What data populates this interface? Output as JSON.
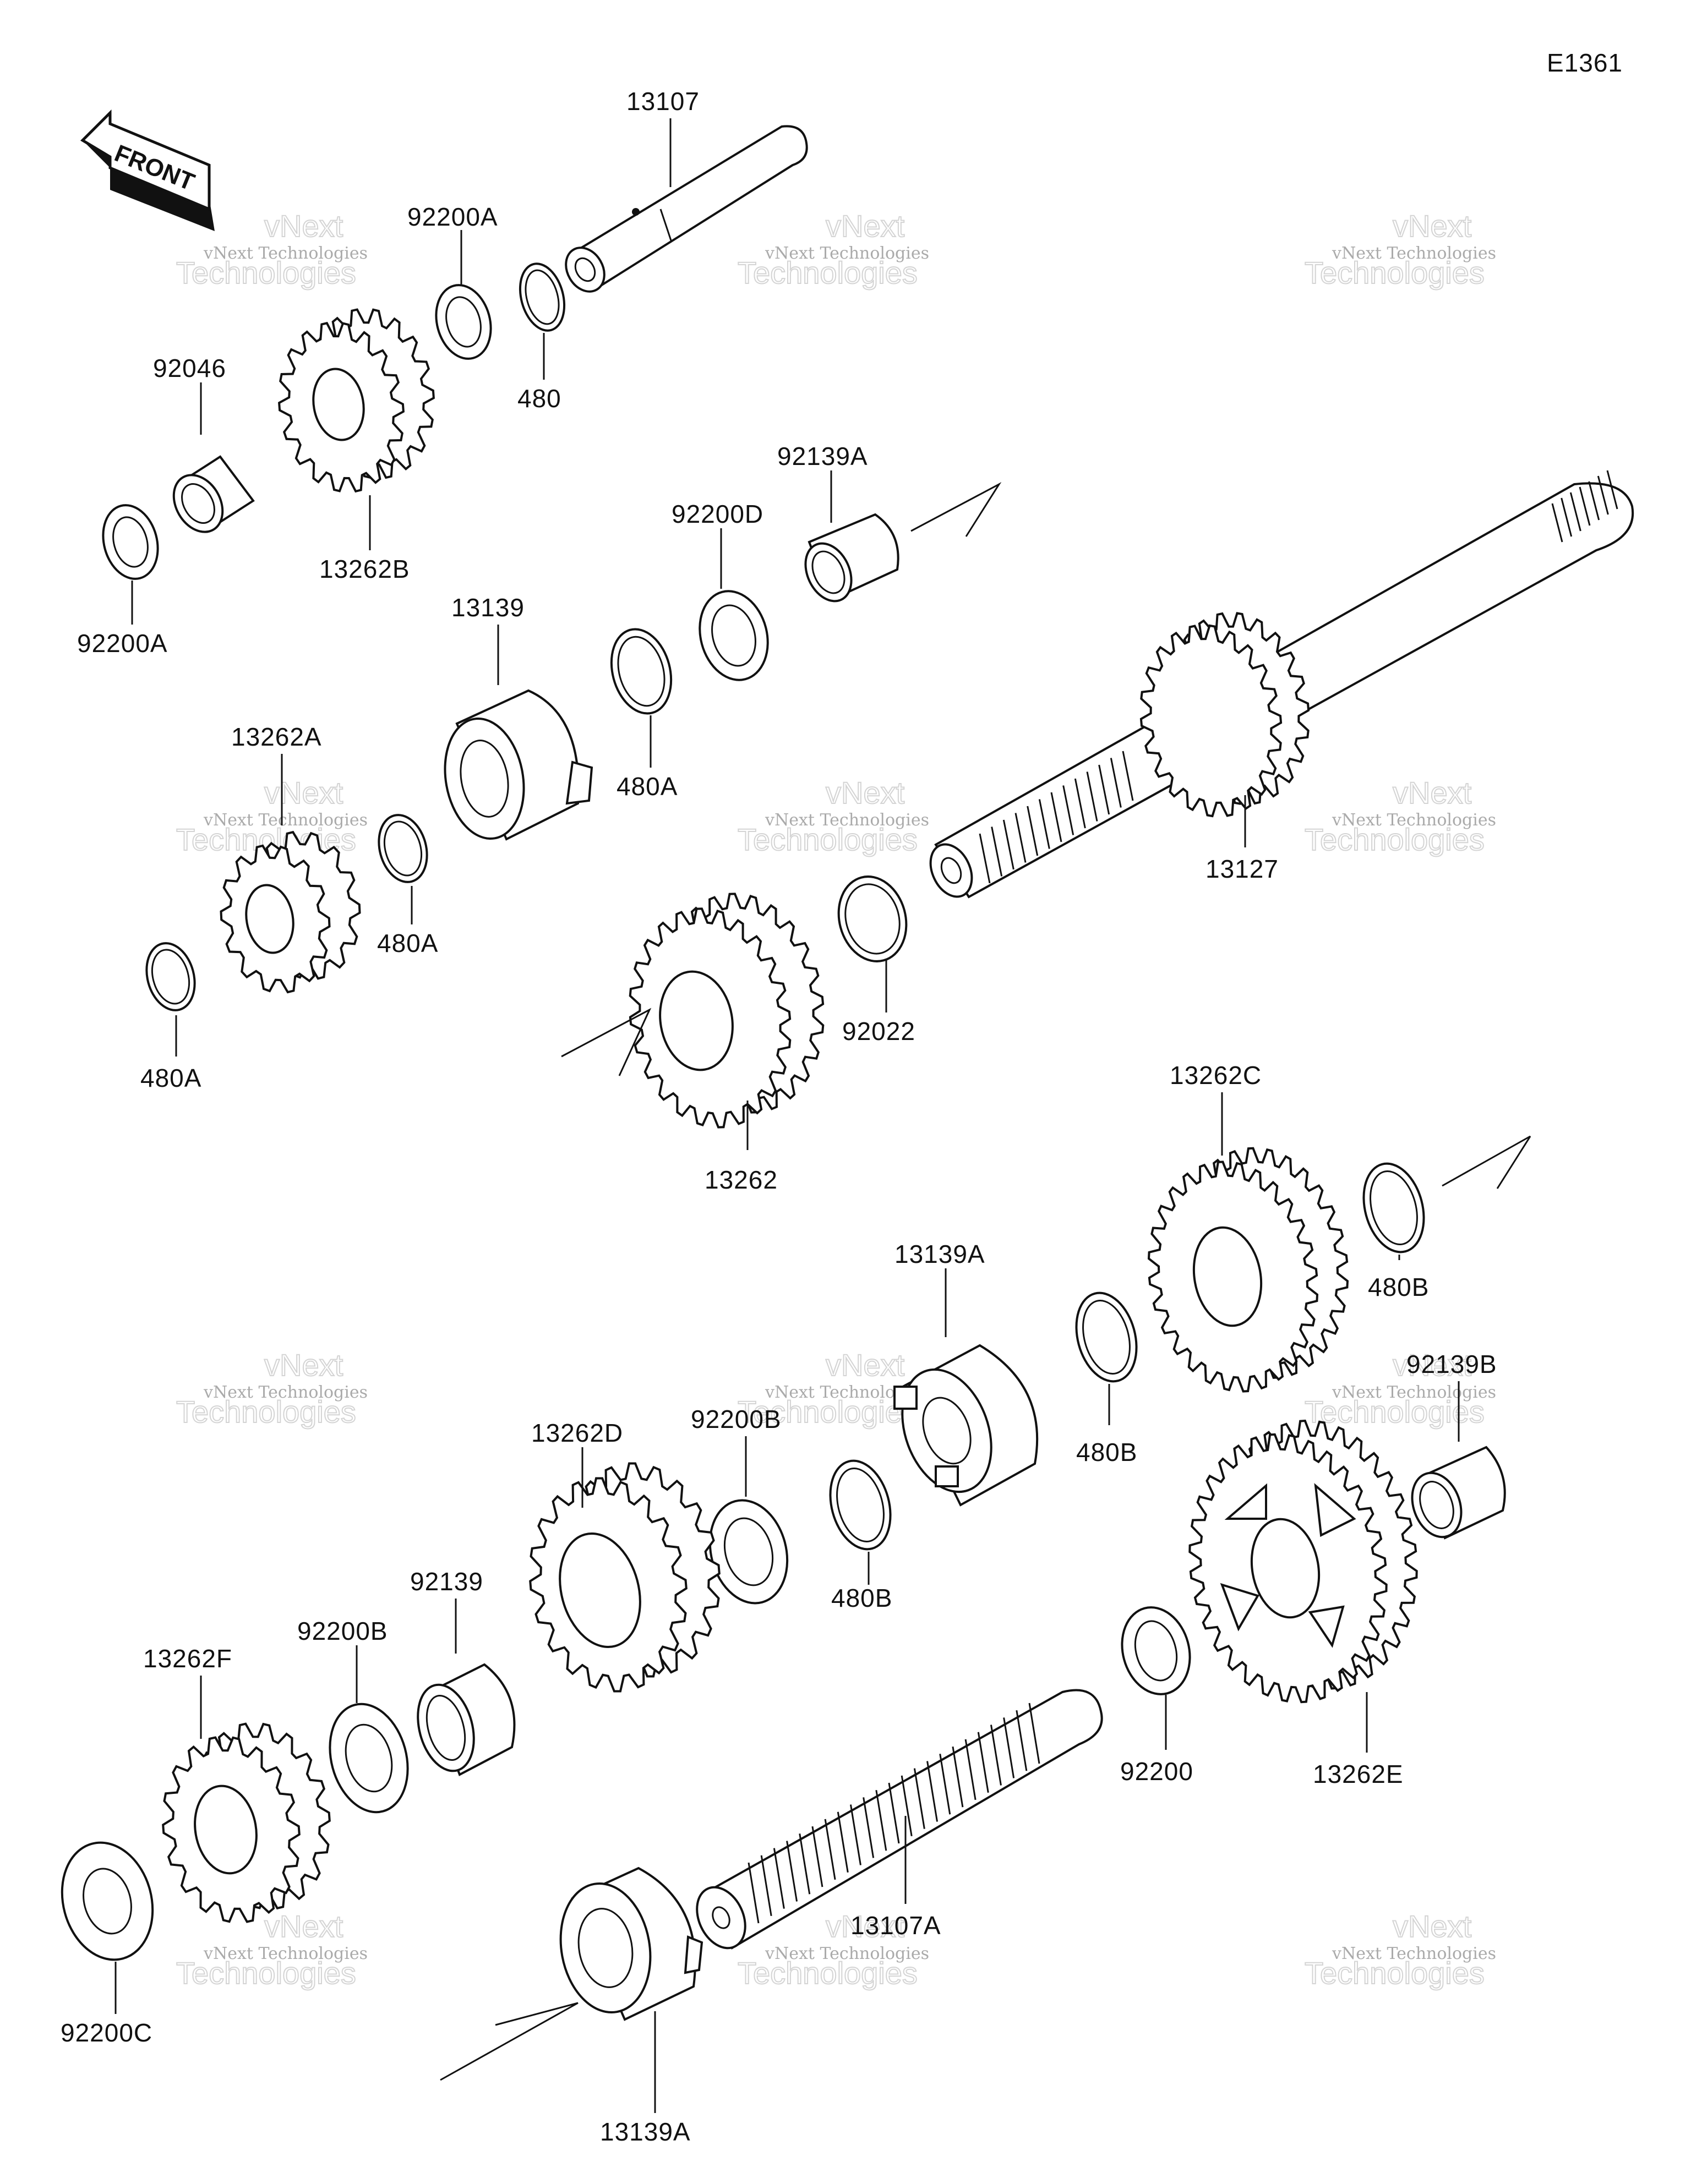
{
  "diagram_code": "E1361",
  "front_label": "FRONT",
  "watermark": {
    "line1": "vNext",
    "line2": "vNext Technologies",
    "line3": "Technologies"
  },
  "colors": {
    "line": "#111111",
    "background": "#ffffff",
    "watermark": "#c8c8c8"
  },
  "parts": [
    {
      "id": "13107",
      "label": "13107"
    },
    {
      "id": "92200A-top",
      "label": "92200A"
    },
    {
      "id": "480-top",
      "label": "480"
    },
    {
      "id": "92046",
      "label": "92046"
    },
    {
      "id": "13262B",
      "label": "13262B"
    },
    {
      "id": "92200A-left",
      "label": "92200A"
    },
    {
      "id": "92139A",
      "label": "92139A"
    },
    {
      "id": "92200D",
      "label": "92200D"
    },
    {
      "id": "13139",
      "label": "13139"
    },
    {
      "id": "480A-mid",
      "label": "480A"
    },
    {
      "id": "13262A",
      "label": "13262A"
    },
    {
      "id": "480A-left",
      "label": "480A"
    },
    {
      "id": "480A-bottom",
      "label": "480A"
    },
    {
      "id": "13127",
      "label": "13127"
    },
    {
      "id": "92022",
      "label": "92022"
    },
    {
      "id": "13262",
      "label": "13262"
    },
    {
      "id": "13262C",
      "label": "13262C"
    },
    {
      "id": "480B-right",
      "label": "480B"
    },
    {
      "id": "13139A-mid",
      "label": "13139A"
    },
    {
      "id": "480B-mid",
      "label": "480B"
    },
    {
      "id": "92139B",
      "label": "92139B"
    },
    {
      "id": "92200B-mid",
      "label": "92200B"
    },
    {
      "id": "480B-left",
      "label": "480B"
    },
    {
      "id": "13262D",
      "label": "13262D"
    },
    {
      "id": "92139",
      "label": "92139"
    },
    {
      "id": "92200B-left",
      "label": "92200B"
    },
    {
      "id": "13262F",
      "label": "13262F"
    },
    {
      "id": "92200",
      "label": "92200"
    },
    {
      "id": "13262E",
      "label": "13262E"
    },
    {
      "id": "13107A",
      "label": "13107A"
    },
    {
      "id": "92200C",
      "label": "92200C"
    },
    {
      "id": "13139A-bottom",
      "label": "13139A"
    }
  ]
}
